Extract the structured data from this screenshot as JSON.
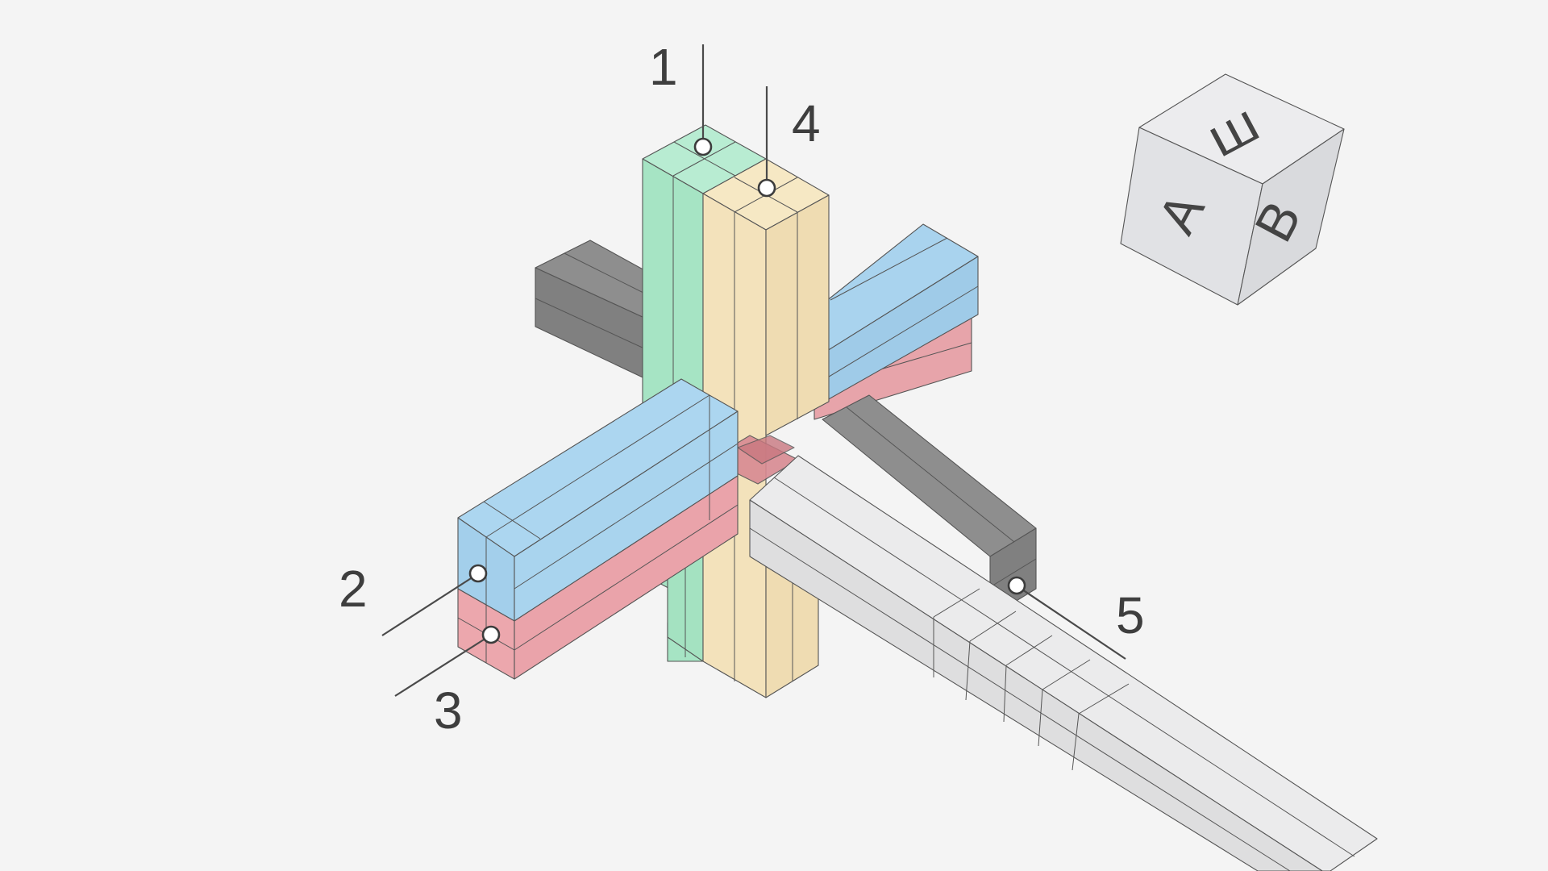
{
  "diagram": {
    "callouts": [
      {
        "id": "1",
        "label": "1"
      },
      {
        "id": "2",
        "label": "2"
      },
      {
        "id": "3",
        "label": "3"
      },
      {
        "id": "4",
        "label": "4"
      },
      {
        "id": "5",
        "label": "5"
      }
    ],
    "view_cube": {
      "top_label": "Ш",
      "left_label": "A",
      "right_label": "B"
    },
    "colors": {
      "background": "#f4f4f4",
      "member_green": "#a8e6c8",
      "member_yellow": "#f5e4bd",
      "member_blue": "#a9d4ef",
      "member_red": "#eca7ad",
      "member_dark": "#8c8c8c",
      "member_light": "#e3e3e4",
      "edge": "#555555"
    }
  }
}
